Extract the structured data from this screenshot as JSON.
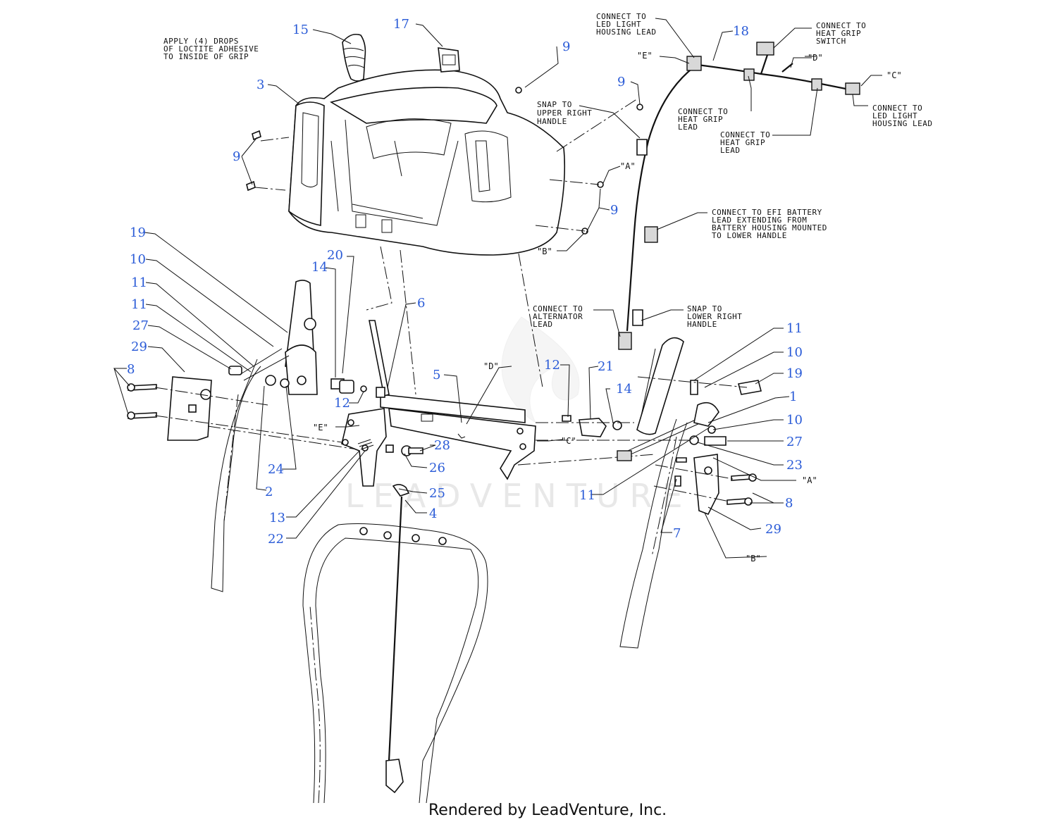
{
  "callouts": {
    "c1": "1",
    "c2": "2",
    "c3": "3",
    "c4": "4",
    "c5": "5",
    "c6": "6",
    "c7": "7",
    "c8": "8",
    "c9": "9",
    "c10": "10",
    "c11": "11",
    "c12": "12",
    "c13": "13",
    "c14": "14",
    "c15": "15",
    "c17": "17",
    "c18": "18",
    "c19": "19",
    "c20": "20",
    "c21": "21",
    "c22": "22",
    "c23": "23",
    "c24": "24",
    "c25": "25",
    "c26": "26",
    "c27": "27",
    "c28": "28",
    "c29": "29"
  },
  "refs": {
    "A": "\"A\"",
    "B": "\"B\"",
    "C": "\"C\"",
    "D": "\"D\"",
    "E": "\"E\""
  },
  "notes": {
    "loctite": [
      "APPLY (4) DROPS",
      "OF LOCTITE ADHESIVE",
      "TO INSIDE OF GRIP"
    ],
    "snap_upper": [
      "SNAP TO",
      "UPPER RIGHT",
      "HANDLE"
    ],
    "led_housing_top": [
      "CONNECT TO",
      "LED LIGHT",
      "HOUSING LEAD"
    ],
    "heat_grip_switch": [
      "CONNECT TO",
      "HEAT GRIP",
      "SWITCH"
    ],
    "heat_grip_lead_1": [
      "CONNECT TO",
      "HEAT GRIP",
      "LEAD"
    ],
    "heat_grip_lead_2": [
      "CONNECT TO",
      "HEAT GRIP",
      "LEAD"
    ],
    "led_housing_right": [
      "CONNECT TO",
      "LED LIGHT",
      "HOUSING LEAD"
    ],
    "efi_battery": [
      "CONNECT TO EFI BATTERY",
      "LEAD EXTENDING FROM",
      "BATTERY HOUSING MOUNTED",
      "TO LOWER HANDLE"
    ],
    "alternator": [
      "CONNECT TO",
      "ALTERNATOR",
      "LEAD"
    ],
    "snap_lower": [
      "SNAP TO",
      "LOWER RIGHT",
      "HANDLE"
    ]
  },
  "watermark": "LEADVENTURE",
  "footer": "Rendered by LeadVenture, Inc.",
  "colors": {
    "callout": "#2a5bd7",
    "line": "#111111",
    "watermark": "#e8e8e8"
  }
}
